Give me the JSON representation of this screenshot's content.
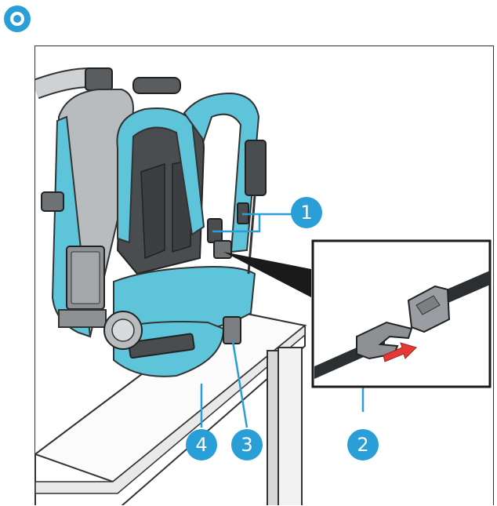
{
  "brand": {
    "logo_icon": "target-icon",
    "accent": "#2a9ed6"
  },
  "colors": {
    "teal": "#5ec4da",
    "teal_dark": "#2c8aa3",
    "grey_body": "#9a9ea2",
    "grey_dark": "#4a4d50",
    "strap": "#2c2f31",
    "buckle": "#7c7f82",
    "arrow": "#e53935",
    "callout": "#2a9ed6"
  },
  "callouts": [
    {
      "label": "1",
      "part": "strap-adjusters"
    },
    {
      "label": "2",
      "part": "chest-buckle-detail"
    },
    {
      "label": "3",
      "part": "hip-belt-buckle"
    },
    {
      "label": "4",
      "part": "table-surface"
    }
  ],
  "detail_inset": {
    "icon": "buckle-connect-icon",
    "arrow_icon": "arrow-right-icon"
  }
}
